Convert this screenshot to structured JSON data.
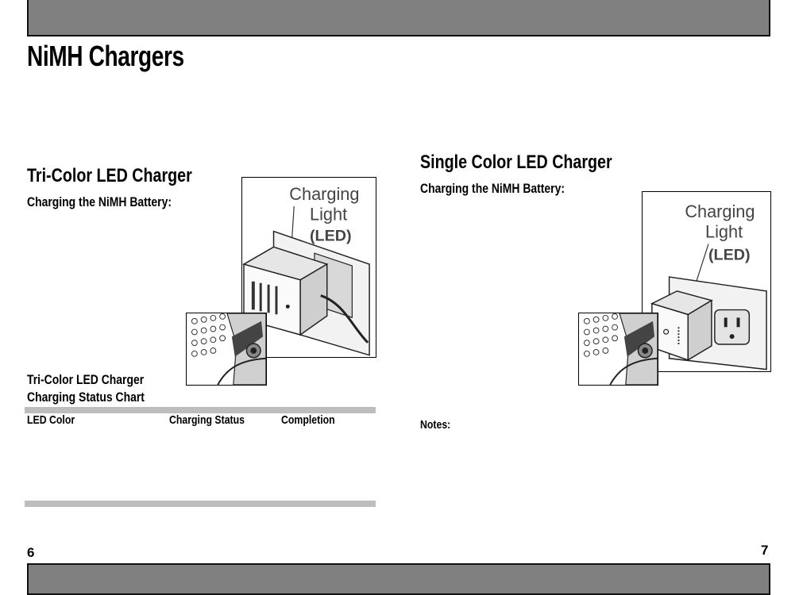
{
  "page_title": "NiMH Chargers",
  "left": {
    "section_title": "Tri-Color LED Charger",
    "subheading": "Charging the NiMH Battery:",
    "figure_callout": [
      "Charging",
      "Light",
      "(LED)"
    ],
    "chart_title": [
      "Tri-Color LED Charger",
      "Charging Status Chart"
    ],
    "table": {
      "headers": [
        "LED Color",
        "Charging Status",
        "Completion"
      ]
    },
    "page_number": "6"
  },
  "right": {
    "section_title": "Single Color LED Charger",
    "subheading": "Charging the NiMH Battery:",
    "figure_callout": [
      "Charging",
      "Light",
      "(LED)"
    ],
    "notes_label": "Notes:",
    "page_number": "7"
  },
  "colors": {
    "header_bar": "#808080",
    "table_rule": "#bdbdbd"
  }
}
